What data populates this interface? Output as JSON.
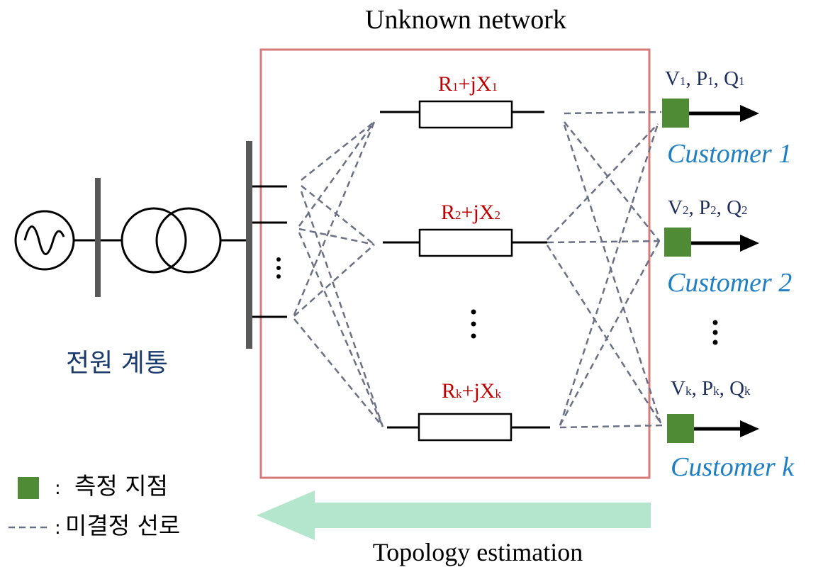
{
  "network_title": "Unknown network",
  "source_label": "전원 계통",
  "branches": [
    {
      "r": "R",
      "x": "X",
      "sub": "1"
    },
    {
      "r": "R",
      "x": "X",
      "sub": "2"
    },
    {
      "r": "R",
      "x": "X",
      "sub": "k"
    }
  ],
  "customers": [
    {
      "name": "Customer 1",
      "sub": "1"
    },
    {
      "name": "Customer 2",
      "sub": "2"
    },
    {
      "name": "Customer k",
      "sub": "k"
    }
  ],
  "legend": {
    "measurement_label": "측정 지점",
    "undetermined_label": "미결정 선로",
    "colon": ":"
  },
  "arrow_label": "Topology estimation",
  "colors": {
    "network_box": "#d67a7a",
    "impedance_text": "#c00000",
    "customer_text": "#1f7fc4",
    "measurement_text": "#1f2f5f",
    "measurement_square": "#4f8a34",
    "dashed_line": "#6b7085",
    "estimation_arrow": "#b3e6cc",
    "korean_label": "#1a3a6b"
  }
}
